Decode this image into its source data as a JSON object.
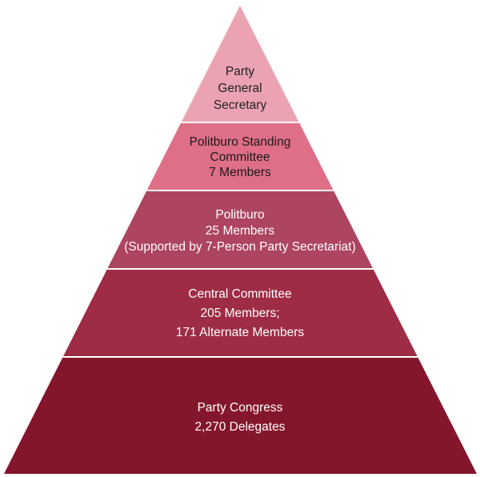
{
  "diagram": {
    "type": "pyramid",
    "levels_top_to_bottom": [
      {
        "name": "Party General Secretary",
        "lines": [
          "Party",
          "General",
          "Secretary"
        ],
        "color": "#eba3b3",
        "text_color": "#222222"
      },
      {
        "name": "Politburo Standing Committee",
        "lines": [
          "Politburo Standing",
          "Committee",
          "7 Members"
        ],
        "color": "#df6f87",
        "text_color": "#1a1a1a"
      },
      {
        "name": "Politburo",
        "lines": [
          "Politburo",
          "25 Members",
          "(Supported by 7-Person Party Secretariat)"
        ],
        "color": "#ad4460",
        "text_color": "#ffffff"
      },
      {
        "name": "Central Committee",
        "lines": [
          "Central Committee",
          "205 Members;",
          "171 Alternate Members"
        ],
        "color": "#9e2c45",
        "text_color": "#ffffff"
      },
      {
        "name": "Party Congress",
        "lines": [
          "Party Congress",
          "2,270 Delegates"
        ],
        "color": "#84162b",
        "text_color": "#ffffff"
      }
    ],
    "divider_color": "#ffffff"
  }
}
